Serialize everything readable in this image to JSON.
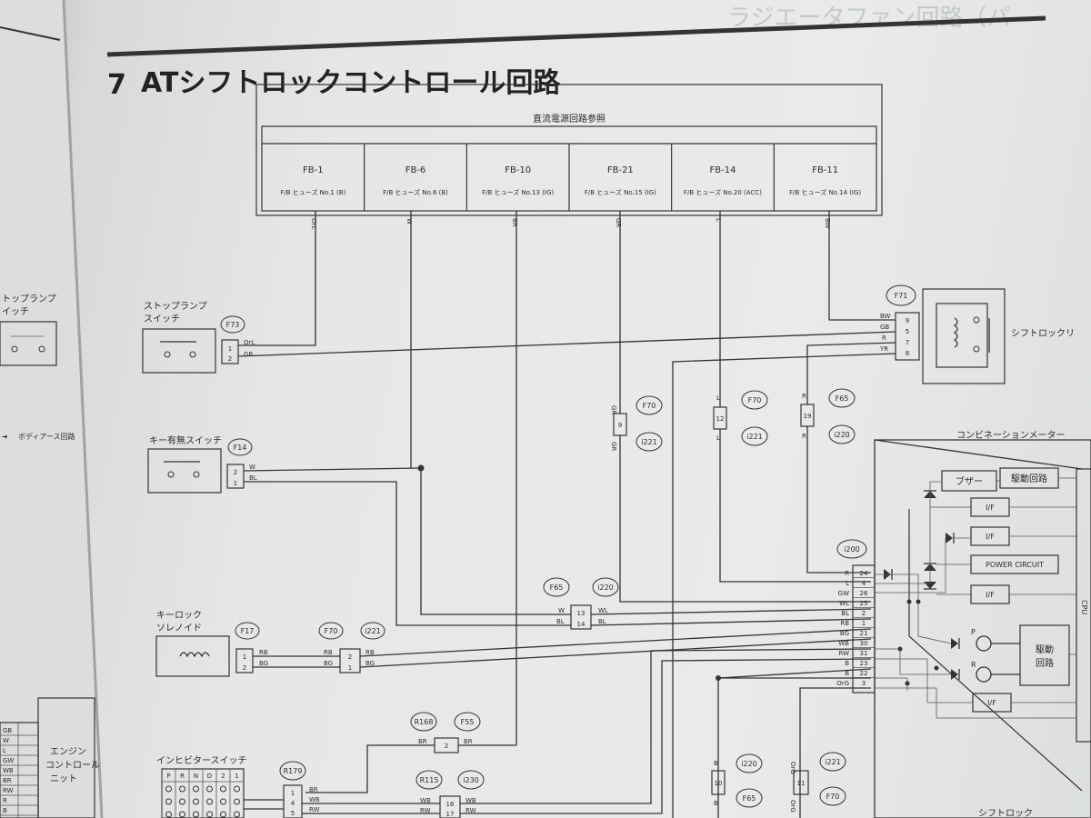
{
  "page": {
    "section_number": "7",
    "title": "ATシフトロックコントロール回路",
    "ghost_title": "ラジエータファン回路（パ"
  },
  "fuse_panel": {
    "heading": "直流電源回路参照",
    "columns": [
      {
        "code": "FB-1",
        "fuse": "F/B ヒューズ No.1 (B)",
        "wire": "OrL"
      },
      {
        "code": "FB-6",
        "fuse": "F/B ヒューズ No.6 (B)",
        "wire": "W"
      },
      {
        "code": "FB-10",
        "fuse": "F/B ヒューズ No.13 (IG)",
        "wire": "BR"
      },
      {
        "code": "FB-21",
        "fuse": "F/B ヒューズ No.15 (IG)",
        "wire": "GR"
      },
      {
        "code": "FB-14",
        "fuse": "F/B ヒューズ No.20 (ACC)",
        "wire": "L"
      },
      {
        "code": "FB-11",
        "fuse": "F/B ヒューズ No.14 (IG)",
        "wire": "BW"
      }
    ]
  },
  "left_page": {
    "stoplamp_label_1": "トップランプ",
    "stoplamp_label_2": "イッチ",
    "body_earth": "ボディアース回路",
    "engine_1": "エンジン",
    "engine_2": "コントロール",
    "engine_3": "ニット"
  },
  "components": {
    "stoplamp_switch": {
      "line1": "ストップランプ",
      "line2": "スイッチ",
      "connector": "F73",
      "pins": [
        "1",
        "2"
      ],
      "wires": [
        "OrL",
        "GB"
      ]
    },
    "key_switch": {
      "label": "キー有無スイッチ",
      "connector": "F14",
      "pins": [
        "2",
        "1"
      ],
      "wires": [
        "W",
        "BL"
      ]
    },
    "key_lock_solenoid": {
      "line1": "キーロック",
      "line2": "ソレノイド",
      "connector": "F17",
      "pins": [
        "1",
        "2"
      ],
      "wires": [
        "RB",
        "BG"
      ]
    },
    "inhibitor_switch": {
      "label": "インヒビタースイッチ",
      "positions": [
        "P",
        "R",
        "N",
        "D",
        "2",
        "1"
      ],
      "connector": "R179",
      "pins": [
        "1",
        "4",
        "5"
      ],
      "wires": [
        "BR",
        "WB",
        "RW"
      ]
    },
    "shift_lock": {
      "label": "シフトロックリ",
      "connector": "F71",
      "pins": [
        "9",
        "5",
        "7",
        "8"
      ],
      "wires": [
        "BW",
        "GB",
        "R",
        "YR"
      ]
    },
    "combination_meter": {
      "label": "コンビネーションメーター",
      "connector": "i200",
      "buzzer": "ブザー",
      "drive_circuit": "駆動回路",
      "if_label": "I/F",
      "power_circuit": "POWER CIRCUIT",
      "drive_circuit_2a": "駆動",
      "drive_circuit_2b": "回路",
      "lamp_p": "P",
      "lamp_r": "R",
      "cpu": "CPU"
    },
    "shift_lock_bottom": "シフトロック"
  },
  "connectors": {
    "f70_a": "F70",
    "i221_a": "i221",
    "pin_a": "9",
    "wire_a": "GR",
    "f70_b": "F70",
    "i221_b": "i221",
    "pin_b": "12",
    "wire_b": "L",
    "f65_a": "F65",
    "i220_a": "i220",
    "pin_c": "19",
    "wire_c": "R",
    "f65_mid": "F65",
    "i220_mid": "i220",
    "mid_pins": [
      "13",
      "14"
    ],
    "mid_wires_l": [
      "W",
      "BL"
    ],
    "mid_wires_r": [
      "WL",
      "BL"
    ],
    "f70_sol": "F70",
    "i221_sol": "i221",
    "sol_pins": [
      "2",
      "1"
    ],
    "sol_wires_l": [
      "RB",
      "BG"
    ],
    "sol_wires_r": [
      "RB",
      "BG"
    ],
    "r168": "R168",
    "f55": "F55",
    "r168_pin": "2",
    "r168_wire": "BR",
    "r115": "R115",
    "i230": "i230",
    "r115_pins": [
      "16",
      "17"
    ],
    "r115_wires": [
      "WB",
      "RW"
    ],
    "i220_b": "i220",
    "f65_b": "F65",
    "pin_d": "10",
    "wire_d": "B",
    "i221_c": "i221",
    "f70_c": "F70",
    "pin_e": "11",
    "wire_e": "OrG"
  },
  "i200_pins": [
    {
      "wire": "R",
      "pin": "24"
    },
    {
      "wire": "L",
      "pin": "4"
    },
    {
      "wire": "GW",
      "pin": "26"
    },
    {
      "wire": "WL",
      "pin": "25"
    },
    {
      "wire": "BL",
      "pin": "2"
    },
    {
      "wire": "RB",
      "pin": "1"
    },
    {
      "wire": "BG",
      "pin": "21"
    },
    {
      "wire": "WB",
      "pin": "30"
    },
    {
      "wire": "RW",
      "pin": "31"
    },
    {
      "wire": "B",
      "pin": "23"
    },
    {
      "wire": "B",
      "pin": "22"
    },
    {
      "wire": "OrG",
      "pin": "3"
    }
  ],
  "left_table_rows": [
    "GB",
    "W",
    "L",
    "GW",
    "WB",
    "BR",
    "RW",
    "R",
    "B"
  ]
}
